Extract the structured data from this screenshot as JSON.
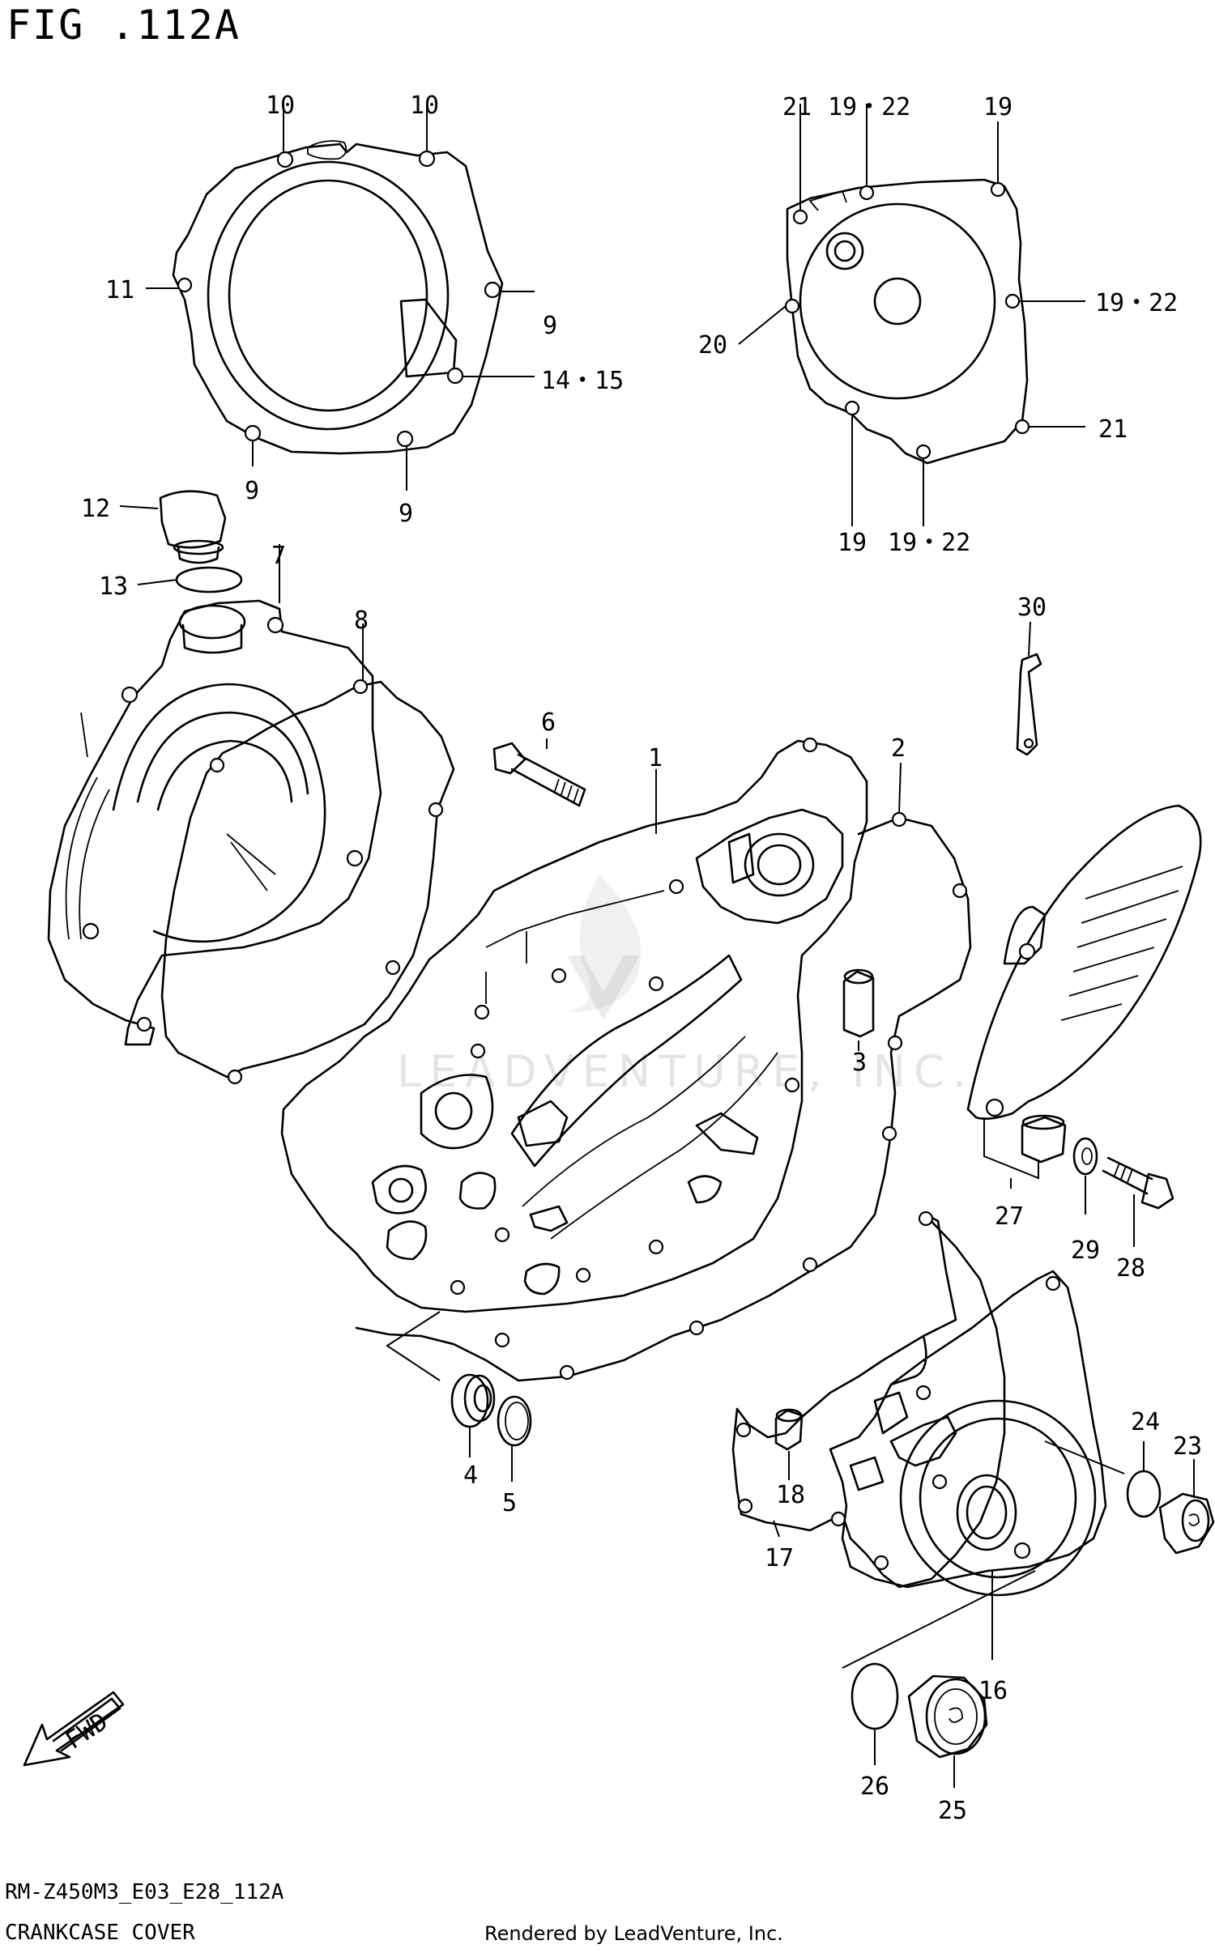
{
  "header": {
    "figure_title": "FIG .112A"
  },
  "footer": {
    "model_code": "RM-Z450M3_E03_E28_112A",
    "section_name": "CRANKCASE COVER",
    "credit": "Rendered by LeadVenture, Inc."
  },
  "watermark": {
    "text": "LEADVENTURE, INC."
  },
  "fwd_badge": {
    "text": "FWD"
  },
  "callouts": {
    "c1": "1",
    "c2": "2",
    "c3": "3",
    "c4": "4",
    "c5": "5",
    "c6": "6",
    "c7": "7",
    "c8": "8",
    "c9a": "9",
    "c9b": "9",
    "c9c": "9",
    "c10a": "10",
    "c10b": "10",
    "c11": "11",
    "c12": "12",
    "c13": "13",
    "c14_15": "14・15",
    "c16": "16",
    "c17": "17",
    "c18": "18",
    "c19a": "19",
    "c19b": "19",
    "c19_22a": "19・22",
    "c19_22b": "19・22",
    "c19_22c": "19・22",
    "c20": "20",
    "c21a": "21",
    "c21b": "21",
    "c23": "23",
    "c24": "24",
    "c25": "25",
    "c26": "26",
    "c27": "27",
    "c28": "28",
    "c29": "29",
    "c30": "30"
  }
}
